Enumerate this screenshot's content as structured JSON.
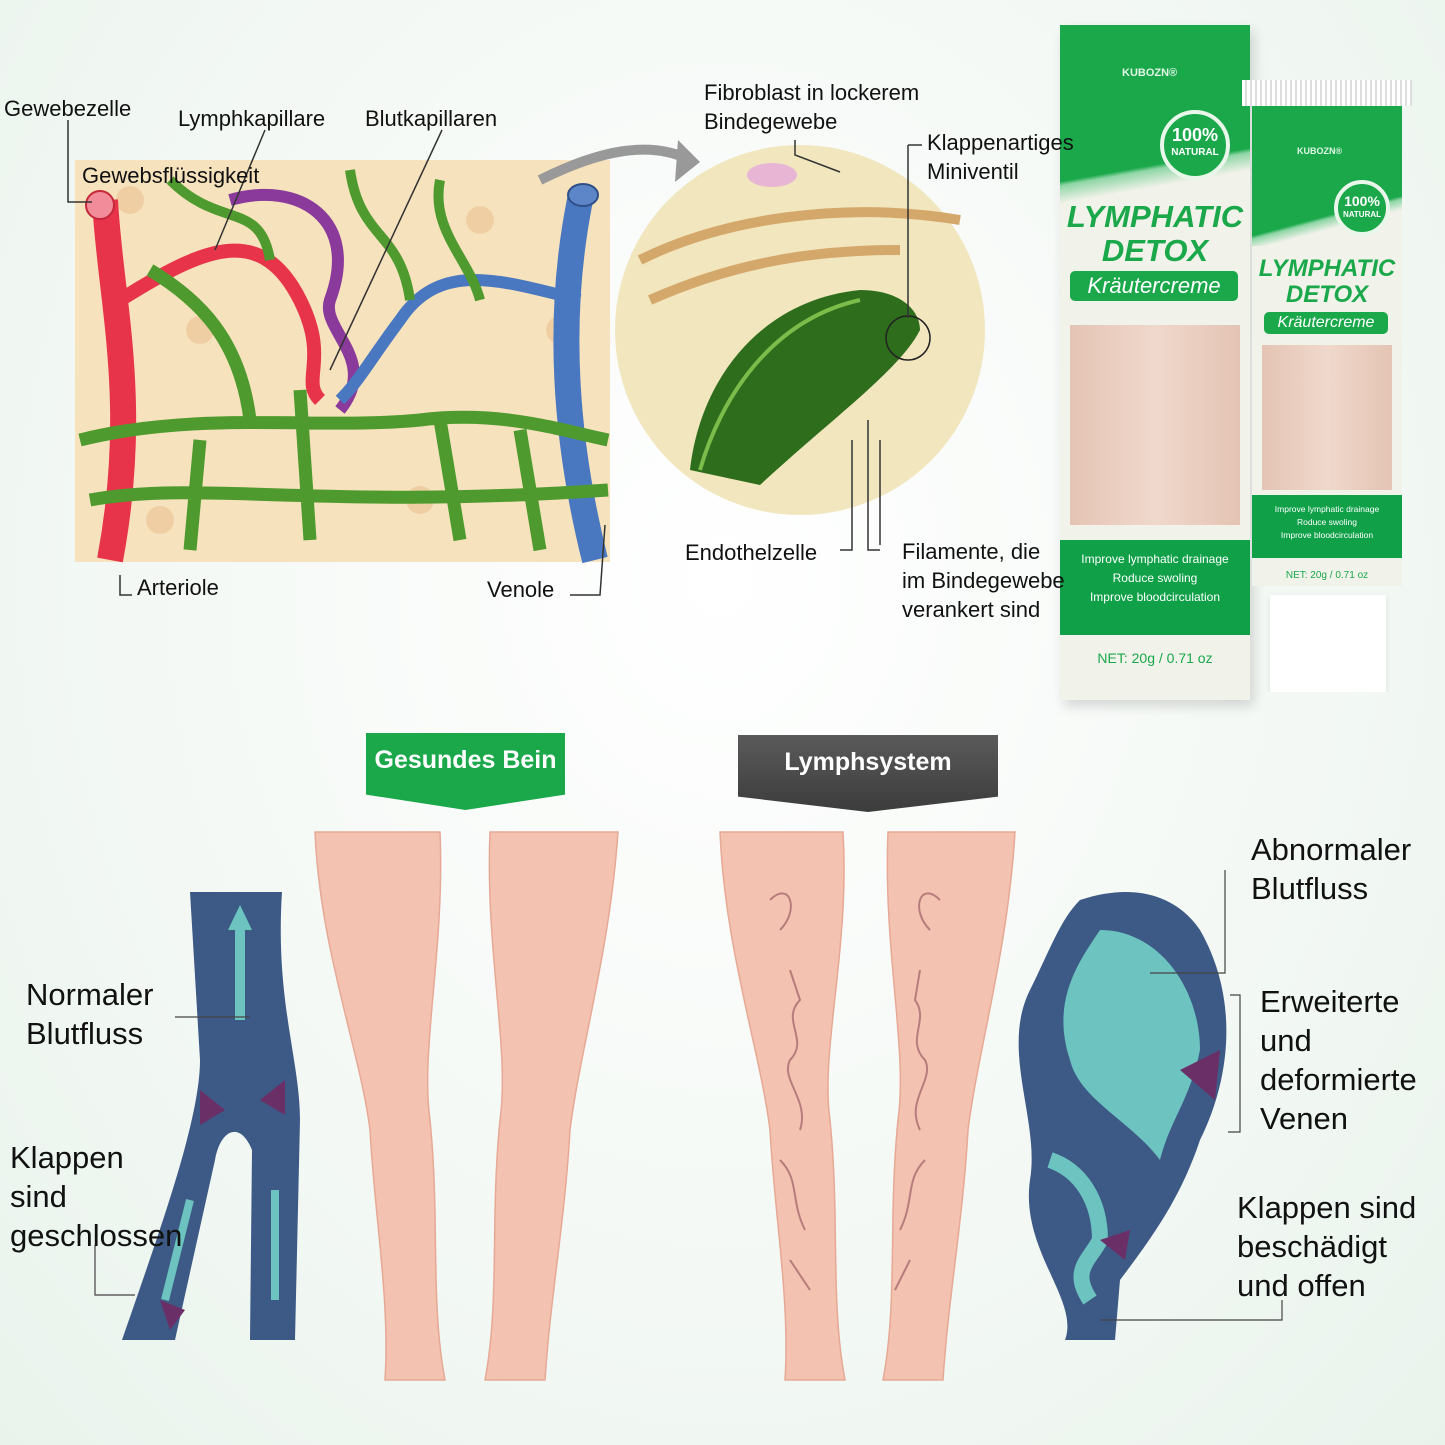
{
  "diagram_labels": {
    "gewebezelle": "Gewebezelle",
    "lymphkapillare": "Lymphkapillare",
    "blutkapillaren": "Blutkapillaren",
    "gewebsfluessigkeit": "Gewebsflüssigkeit",
    "arteriole": "Arteriole",
    "venole": "Venole",
    "fibroblast": [
      "Fibroblast in lockerem",
      "Bindegewebe"
    ],
    "klappen_miniventil": [
      "Klappenartiges",
      "Miniventil"
    ],
    "endothelzelle": "Endothelzelle",
    "filamente": [
      "Filamente, die",
      "im Bindegewebe",
      "verankert sind"
    ]
  },
  "product": {
    "brand": "KUBOZN®",
    "seal": [
      "100%",
      "NATURAL"
    ],
    "title": [
      "LYMPHATIC",
      "DETOX"
    ],
    "subtitle": "Kräutercreme",
    "benefits": [
      "Improve lymphatic drainage",
      "Roduce swoling",
      "Improve bloodcirculation"
    ],
    "net": "NET: 20g / 0.71 oz"
  },
  "banners": {
    "healthy": "Gesundes Bein",
    "lymph": "Lymphsystem"
  },
  "leg_labels": {
    "normaler": [
      "Normaler",
      "Blutfluss"
    ],
    "klappen_geschlossen": [
      "Klappen",
      "sind",
      "geschlossen"
    ],
    "abnormaler": [
      "Abnormaler",
      "Blutfluss"
    ],
    "erweiterte": [
      "Erweiterte",
      "und",
      "deformierte",
      "Venen"
    ],
    "klappen_offen": [
      "Klappen sind",
      "beschädigt",
      "und offen"
    ]
  },
  "colors": {
    "green": "#1aa84a",
    "banner_grey": "#4a4a4a",
    "artery": "#e8344a",
    "vein": "#4a78c0",
    "lymph": "#4e9a2e",
    "skin": "#f3c2b0",
    "vein_dark": "#3d5a86",
    "vein_teal": "#6cc3c0"
  }
}
